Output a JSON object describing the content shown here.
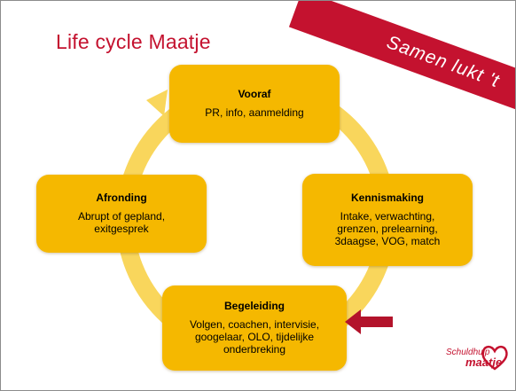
{
  "title": "Life cycle Maatje",
  "banner": "Samen lukt 't",
  "stages": {
    "vooraf": {
      "heading": "Vooraf",
      "body": "PR, info, aanmelding"
    },
    "kennismaking": {
      "heading": "Kennismaking",
      "body": "Intake, verwachting,\ngrenzen, prelearning,\n3daagse, VOG, match"
    },
    "begeleiding": {
      "heading": "Begeleiding",
      "body": "Volgen, coachen, intervisie,\ngoogelaar, OLO, tijdelijke\nonderbreking"
    },
    "afronding": {
      "heading": "Afronding",
      "body": "Abrupt of gepland,\nexitgesprek"
    }
  },
  "logo": {
    "line1": "Schuldhulp",
    "line2": "maatje"
  },
  "colors": {
    "accent": "#c4122f",
    "box": "#f5b800",
    "ring": "#f9d65c"
  }
}
